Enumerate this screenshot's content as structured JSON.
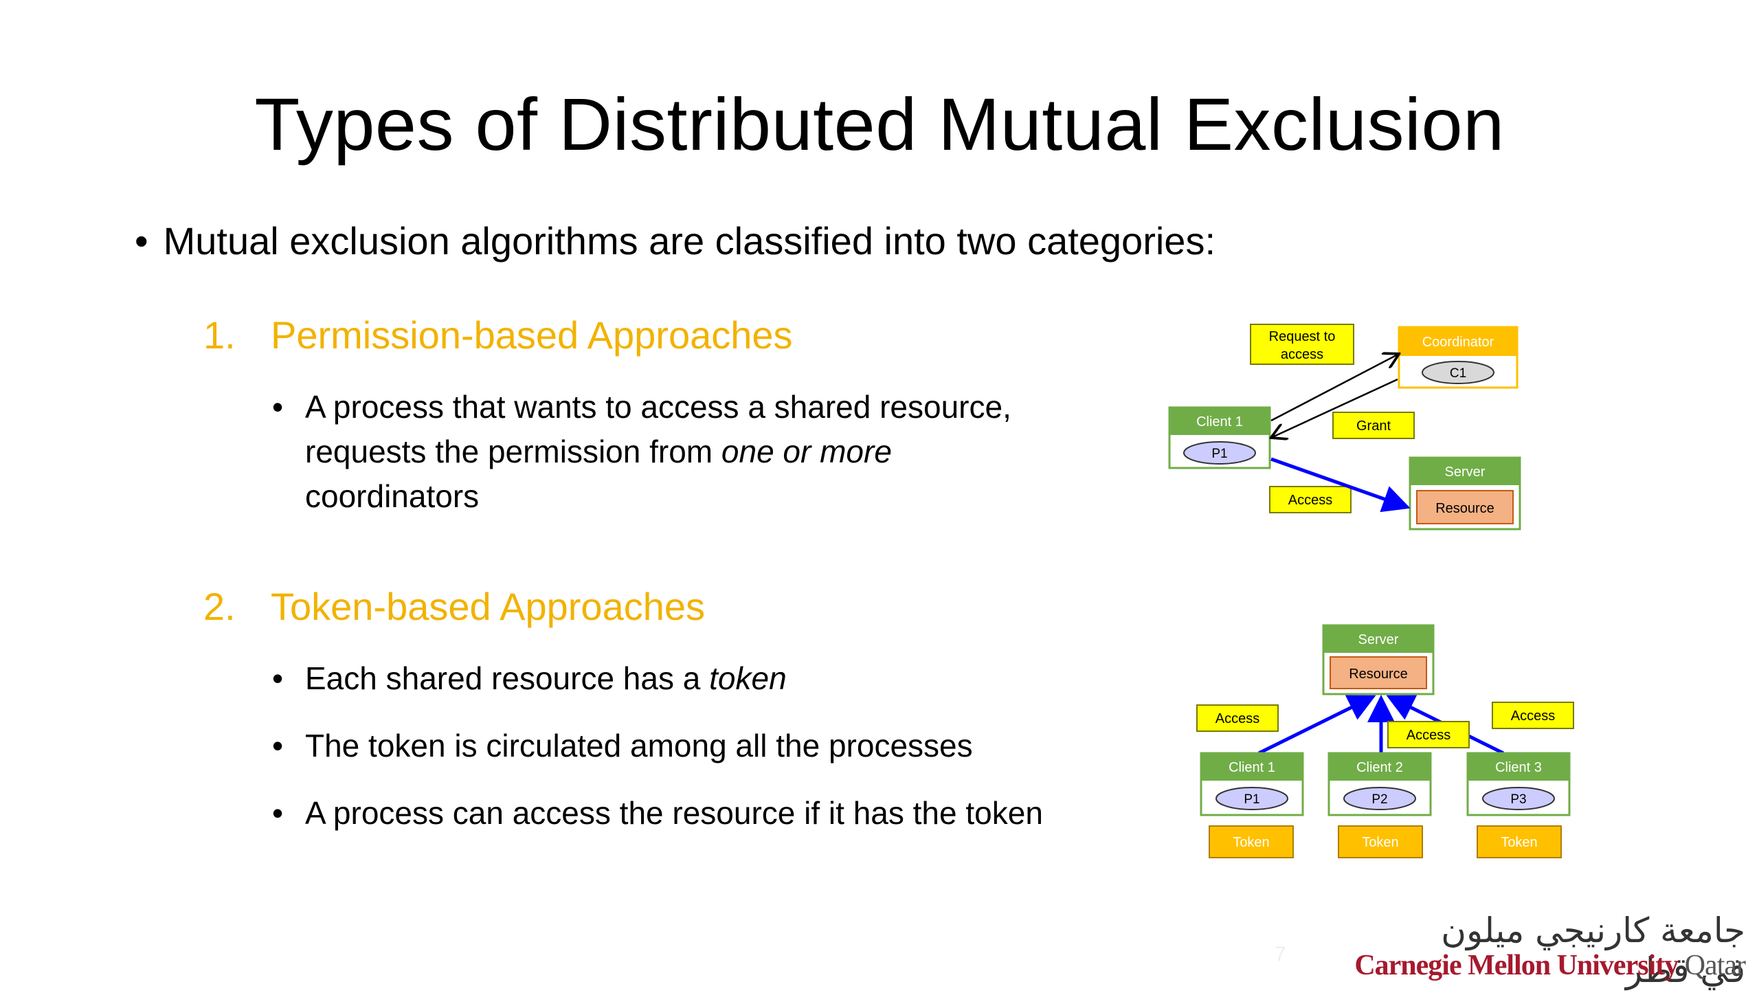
{
  "slide": {
    "title": "Types of Distributed Mutual Exclusion",
    "main_bullet": "Mutual exclusion algorithms are classified into two categories:",
    "section1": {
      "number": "1.",
      "heading": "Permission-based Approaches",
      "bullets": {
        "b1_part1": "A process that wants to access a shared resource,",
        "b1_part2": "requests the permission from ",
        "b1_emph": "one or more",
        "b1_part3": "coordinators"
      }
    },
    "section2": {
      "number": "2.",
      "heading": "Token-based Approaches",
      "bullets": {
        "b1_part1": "Each shared resource has a ",
        "b1_emph": "token",
        "b2": "The token is circulated among all the processes",
        "b3": "A process can access the resource if it has the token"
      }
    },
    "page_number": "7"
  },
  "diagram1": {
    "request_label_line1": "Request to",
    "request_label_line2": "access",
    "coordinator_title": "Coordinator",
    "coordinator_node": "C1",
    "client_title": "Client 1",
    "client_node": "P1",
    "grant_label": "Grant",
    "access_label": "Access",
    "server_title": "Server",
    "resource_label": "Resource"
  },
  "diagram2": {
    "server_title": "Server",
    "resource_label": "Resource",
    "access_label_1": "Access",
    "access_label_2": "Access",
    "access_label_3": "Access",
    "client1_title": "Client 1",
    "client1_node": "P1",
    "client2_title": "Client 2",
    "client2_node": "P2",
    "client3_title": "Client 3",
    "client3_node": "P3",
    "token_1": "Token",
    "token_2": "Token",
    "token_3": "Token"
  },
  "logo": {
    "arabic": "جامعة كارنيجي ميلون في قطر",
    "english_main": "Carnegie Mellon University",
    "english_suffix": " Qatar"
  },
  "colors": {
    "heading_orange": "#F2B200",
    "green": "#70AD47",
    "yellow": "#FFFF00",
    "token_orange": "#FFC000",
    "resource_salmon": "#F4B183",
    "node_lavender": "#CCCCFF",
    "arrow_blue": "#0000FF"
  }
}
